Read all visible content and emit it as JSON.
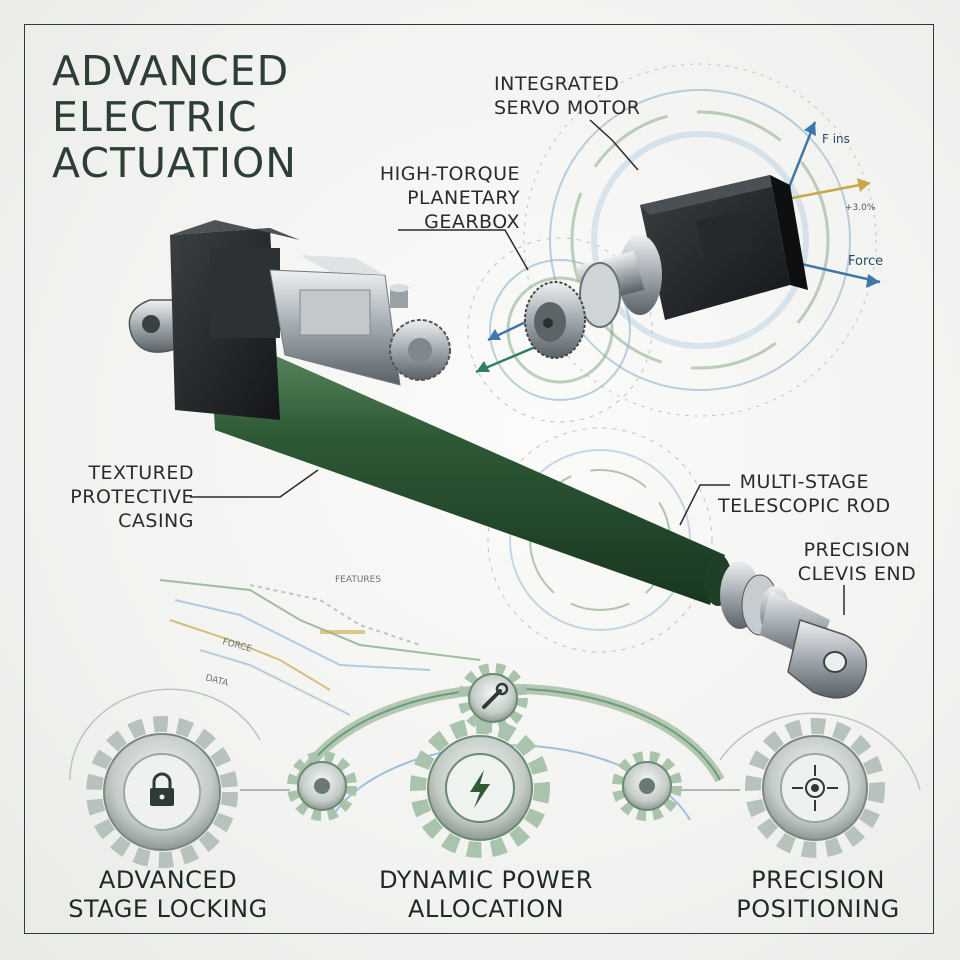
{
  "title": {
    "line1": "ADVANCED",
    "line2": "ELECTRIC",
    "line3": "ACTUATION"
  },
  "callouts": {
    "servo": {
      "line1": "INTEGRATED",
      "line2": "SERVO MOTOR"
    },
    "gearbox": {
      "line1": "HIGH-TORQUE",
      "line2": "PLANETARY",
      "line3": "GEARBOX"
    },
    "casing": {
      "line1": "TEXTURED",
      "line2": "PROTECTIVE",
      "line3": "CASING"
    },
    "rod": {
      "line1": "MULTI-STAGE",
      "line2": "TELESCOPIC ROD"
    },
    "clevis": {
      "line1": "PRECISION",
      "line2": "CLEVIS END"
    }
  },
  "diagram_marks": {
    "force_label": "Force",
    "fins_label": "F ins",
    "percent_label": "+3.0%"
  },
  "lower_labels": {
    "features": "FEATURES",
    "force": "FORCE",
    "data": "DATA"
  },
  "features": {
    "locking": {
      "line1": "ADVANCED",
      "line2": "STAGE LOCKING"
    },
    "power": {
      "line1": "DYNAMIC POWER",
      "line2": "ALLOCATION"
    },
    "positioning": {
      "line1": "PRECISION",
      "line2": "POSITIONING"
    }
  },
  "colors": {
    "casing_green": "#2f5a36",
    "motor_black": "#1f2224",
    "steel": "#b8bec3",
    "accent_green": "#5b8a6a",
    "accent_blue": "#5d8fbf",
    "accent_gold": "#c9a64a",
    "text": "#2d3d38"
  },
  "icons": [
    "lock-icon",
    "lightning-icon",
    "target-arrows-icon",
    "wrench-icon",
    "gear-icon"
  ]
}
